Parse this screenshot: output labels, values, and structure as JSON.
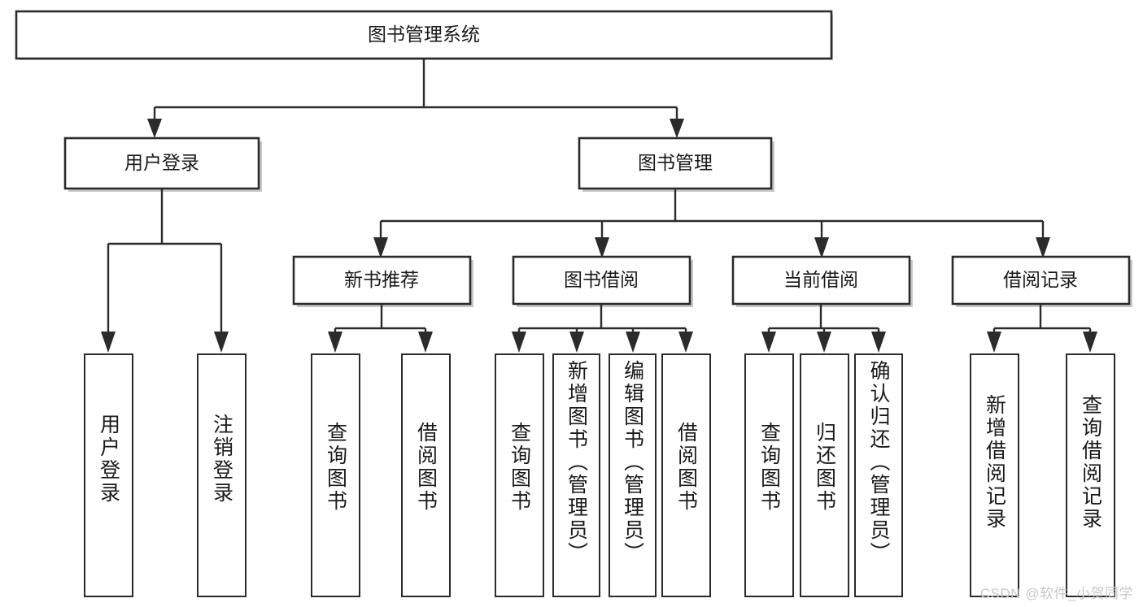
{
  "diagram": {
    "title": "图书管理系统",
    "type": "tree-hierarchy",
    "root": {
      "label": "图书管理系统"
    },
    "level2": [
      {
        "label": "用户登录"
      },
      {
        "label": "图书管理"
      }
    ],
    "level3": [
      {
        "label": "新书推荐"
      },
      {
        "label": "图书借阅"
      },
      {
        "label": "当前借阅"
      },
      {
        "label": "借阅记录"
      }
    ],
    "leaves": {
      "user_login": [
        {
          "label": "用户登录"
        },
        {
          "label": "注销登录"
        }
      ],
      "new_book_recommend": [
        {
          "label": "查询图书"
        },
        {
          "label": "借阅图书"
        }
      ],
      "book_borrow": [
        {
          "label": "查询图书"
        },
        {
          "label": "新增图书（管理员）"
        },
        {
          "label": "编辑图书（管理员）"
        },
        {
          "label": "借阅图书"
        }
      ],
      "current_borrow": [
        {
          "label": "查询图书"
        },
        {
          "label": "归还图书"
        },
        {
          "label": "确认归还（管理员）"
        }
      ],
      "borrow_records": [
        {
          "label": "新增借阅记录"
        },
        {
          "label": "查询借阅记录"
        }
      ]
    }
  },
  "watermark": {
    "text": "CSDN @软件_小贺同学"
  },
  "colors": {
    "stroke": "#2b2b2b",
    "fill": "#ffffff",
    "text": "#1a1a1a",
    "watermark": "#c9c9c9"
  }
}
